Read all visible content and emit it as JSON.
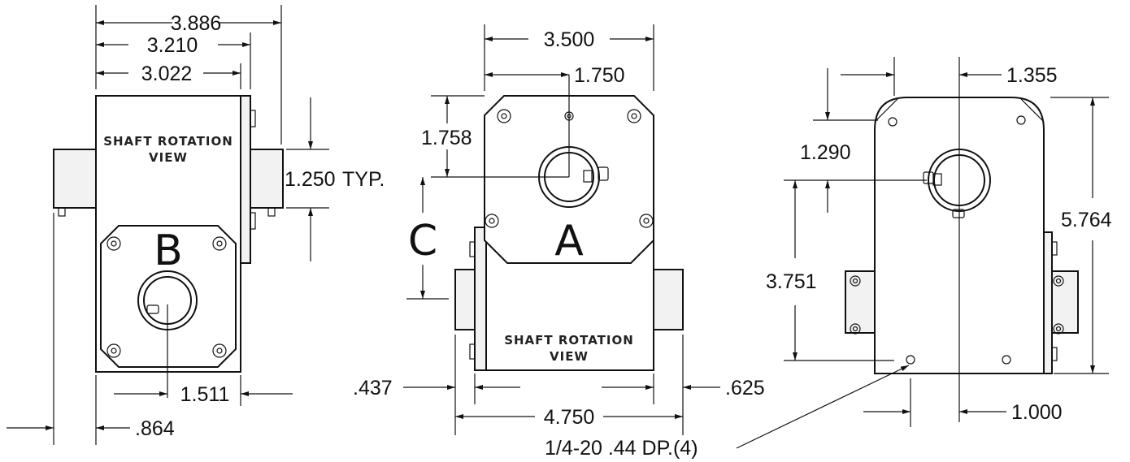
{
  "views": {
    "left": {
      "dims": {
        "width_overall": "3.886",
        "width_mid": "3.210",
        "width_body": "3.022",
        "height_port": "1.250",
        "typ": "TYP.",
        "shaft_offset": "1.511",
        "edge_offset": ".864"
      },
      "label_line1": "SHAFT ROTATION",
      "label_line2": "VIEW",
      "letter": "B"
    },
    "center": {
      "dims": {
        "top_width": "3.500",
        "half_width": "1.750",
        "shaft_height": "1.758",
        "left_offset": ".437",
        "right_offset": ".625",
        "overall_width": "4.750"
      },
      "letter_c": "C",
      "letter_a": "A",
      "label_line1": "SHAFT ROTATION",
      "label_line2": "VIEW"
    },
    "right": {
      "dims": {
        "shaft_x": "1.355",
        "hole_y": "1.290",
        "overall_height": "5.764",
        "shaft_height": "3.751",
        "hole_x": "1.000"
      },
      "callout": "1/4-20 .44 DP.(4)"
    }
  }
}
